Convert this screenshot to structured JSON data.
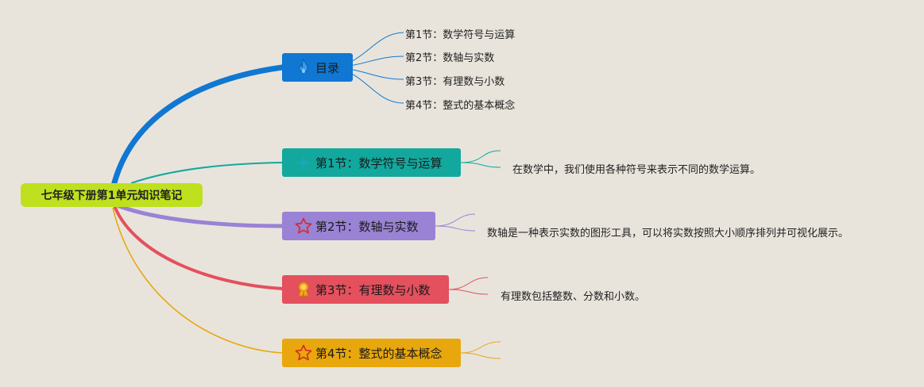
{
  "root": {
    "label": "七年级下册第1单元知识笔记",
    "color": "#bfe01e"
  },
  "branches": [
    {
      "id": "toc",
      "label": "目录",
      "color": "#1077d2",
      "icon": "flame-icon",
      "children": [
        "第1节：数学符号与运算",
        "第2节：数轴与实数",
        "第3节：有理数与小数",
        "第4节：整式的基本概念"
      ]
    },
    {
      "id": "s1",
      "label": "第1节：数学符号与运算",
      "color": "#12a89e",
      "icon": "sparkle-icon",
      "note": "在数学中，我们使用各种符号来表示不同的数学运算。"
    },
    {
      "id": "s2",
      "label": "第2节：数轴与实数",
      "color": "#9a82d4",
      "icon": "star-outline-icon",
      "note": "数轴是一种表示实数的图形工具，可以将实数按照大小顺序排列并可视化展示。"
    },
    {
      "id": "s3",
      "label": "第3节：有理数与小数",
      "color": "#e4505e",
      "icon": "award-icon",
      "note": "有理数包括整数、分数和小数。"
    },
    {
      "id": "s4",
      "label": "第4节：整式的基本概念",
      "color": "#e8a70c",
      "icon": "star-outline-icon"
    }
  ]
}
